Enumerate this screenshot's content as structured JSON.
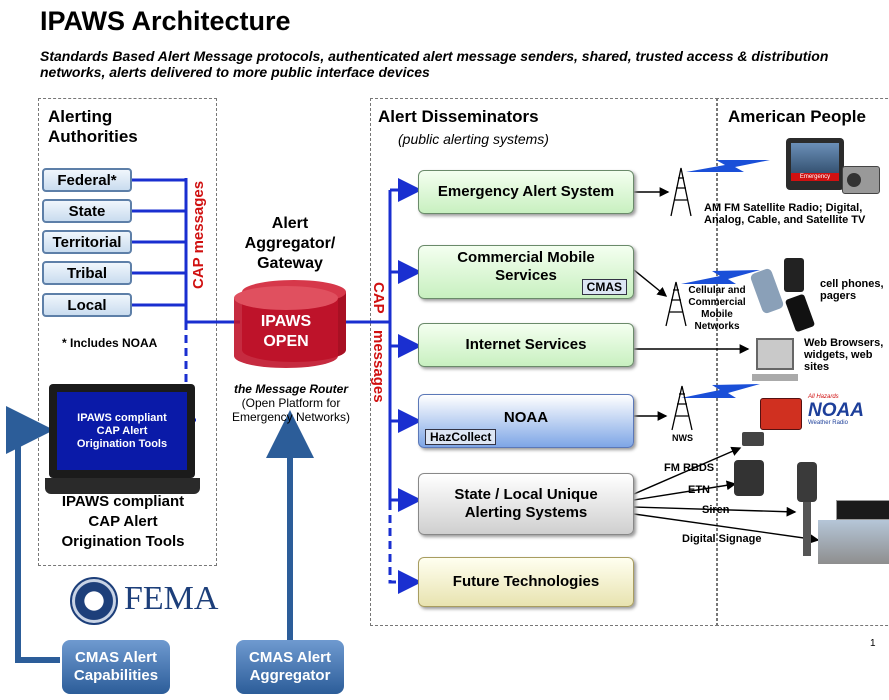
{
  "title": "IPAWS Architecture",
  "subtitle": "Standards Based Alert Message protocols, authenticated alert message senders, shared, trusted access & distribution networks, alerts delivered to more public interface devices",
  "authorities": {
    "header": "Alerting Authorities",
    "items": [
      "Federal*",
      "State",
      "Territorial",
      "Tribal",
      "Local"
    ],
    "note": "* Includes NOAA",
    "laptop_screen": "IPAWS compliant CAP Alert Origination Tools",
    "tools_caption": "IPAWS compliant CAP Alert Origination Tools"
  },
  "cap_messages_left": "CAP messages",
  "cap_messages_right_top": "CAP",
  "cap_messages_right_bottom": "messages",
  "aggregator": {
    "label": "Alert Aggregator/ Gateway",
    "db_label": "IPAWS OPEN",
    "router_title": "the Message Router",
    "router_desc": "(Open Platform for Emergency Networks)"
  },
  "fema": "FEMA",
  "disseminators": {
    "header": "Alert Disseminators",
    "subheader": "(public alerting systems)",
    "items": [
      "Emergency Alert System",
      "Commercial Mobile Services",
      "Internet Services",
      "NOAA",
      "State / Local Unique Alerting Systems",
      "Future Technologies"
    ],
    "cmas_tag": "CMAS",
    "hazcollect_tag": "HazCollect"
  },
  "people": {
    "header": "American People",
    "radio_label": "AM FM Satellite Radio; Digital, Analog, Cable, and Satellite TV",
    "cellular_label": "Cellular and Commercial Mobile Networks",
    "cell_label": "cell phones, pagers",
    "web_label": "Web Browsers, widgets, web sites",
    "nws": "NWS",
    "fm_rbds": "FM RBDS",
    "etn": "ETN",
    "siren": "Siren",
    "digital_signage": "Digital Signage",
    "tv_screen": "Emergency",
    "noaa_logo": "NOAA",
    "noaa_logo_top": "All Hazards",
    "noaa_logo_bottom": "Weather Radio"
  },
  "buttons": {
    "cmas_capabilities": "CMAS Alert Capabilities",
    "cmas_aggregator": "CMAS Alert Aggregator"
  },
  "page_number": "1",
  "colors": {
    "flow_blue": "#1a2fd0",
    "red_text": "#d01010",
    "db_red": "#c0142b",
    "button_blue": "#2c5d99"
  }
}
